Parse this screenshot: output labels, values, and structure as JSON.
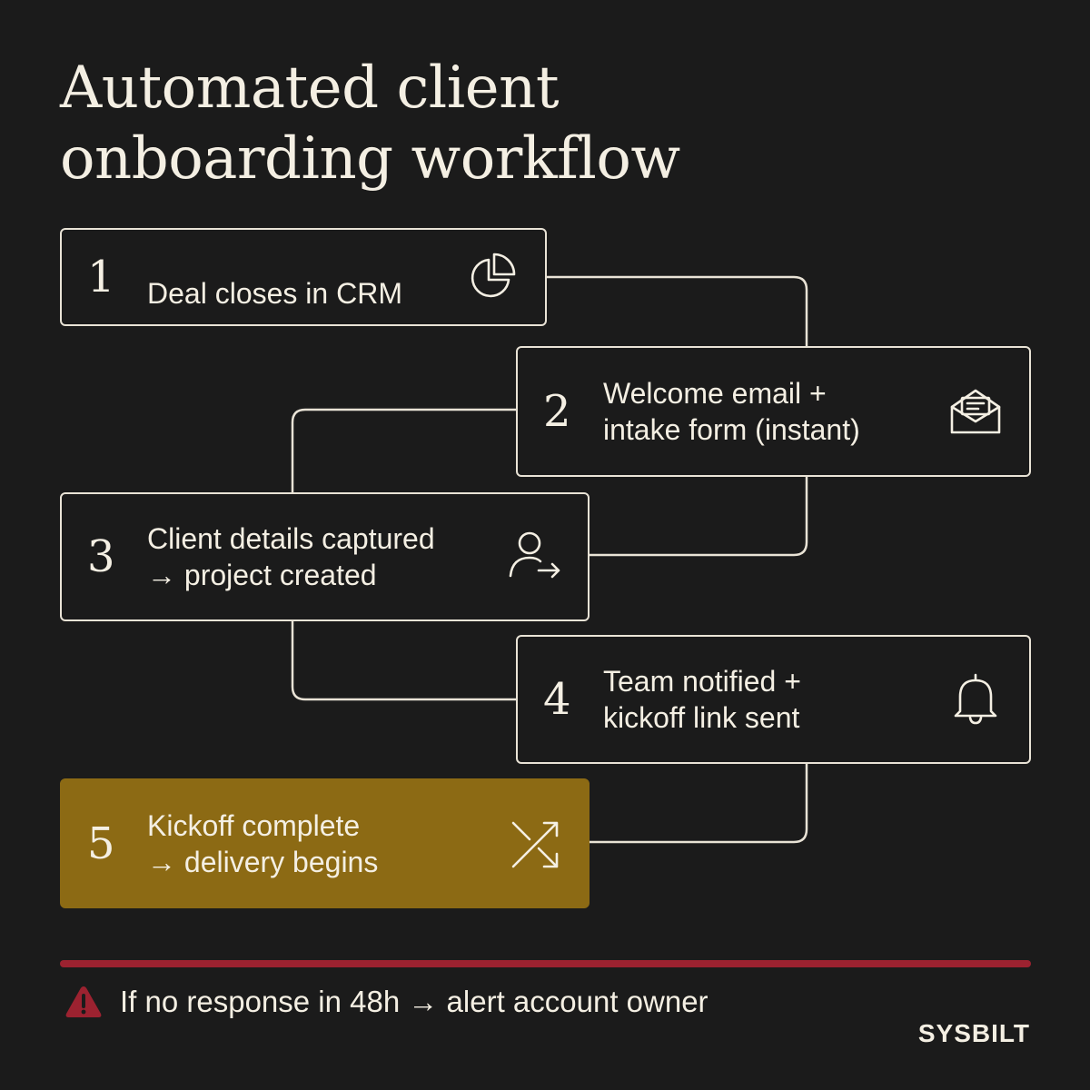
{
  "title": {
    "line1": "Automated client",
    "line2": "onboarding workflow"
  },
  "steps": [
    {
      "number": "1",
      "lines": [
        "Deal closes in CRM"
      ],
      "icon": "pie-chart-icon",
      "highlight": false
    },
    {
      "number": "2",
      "lines": [
        "Welcome email +",
        "intake form (instant)"
      ],
      "icon": "envelope-icon",
      "highlight": false
    },
    {
      "number": "3",
      "lines": [
        "Client details captured",
        "→ project created"
      ],
      "icon": "user-arrow-icon",
      "highlight": false
    },
    {
      "number": "4",
      "lines": [
        "Team notified +",
        "kickoff link sent"
      ],
      "icon": "bell-icon",
      "highlight": false
    },
    {
      "number": "5",
      "lines": [
        "Kickoff complete",
        "→ delivery begins"
      ],
      "icon": "shuffle-icon",
      "highlight": true
    }
  ],
  "alert": {
    "text": "If no response in 48h → alert account owner",
    "icon": "warning-icon"
  },
  "brand": "SYSBILT",
  "colors": {
    "background": "#1b1b1b",
    "text": "#f4efe3",
    "border": "#e9e3d6",
    "highlight": "#8c6a14",
    "alert": "#9c2230"
  }
}
